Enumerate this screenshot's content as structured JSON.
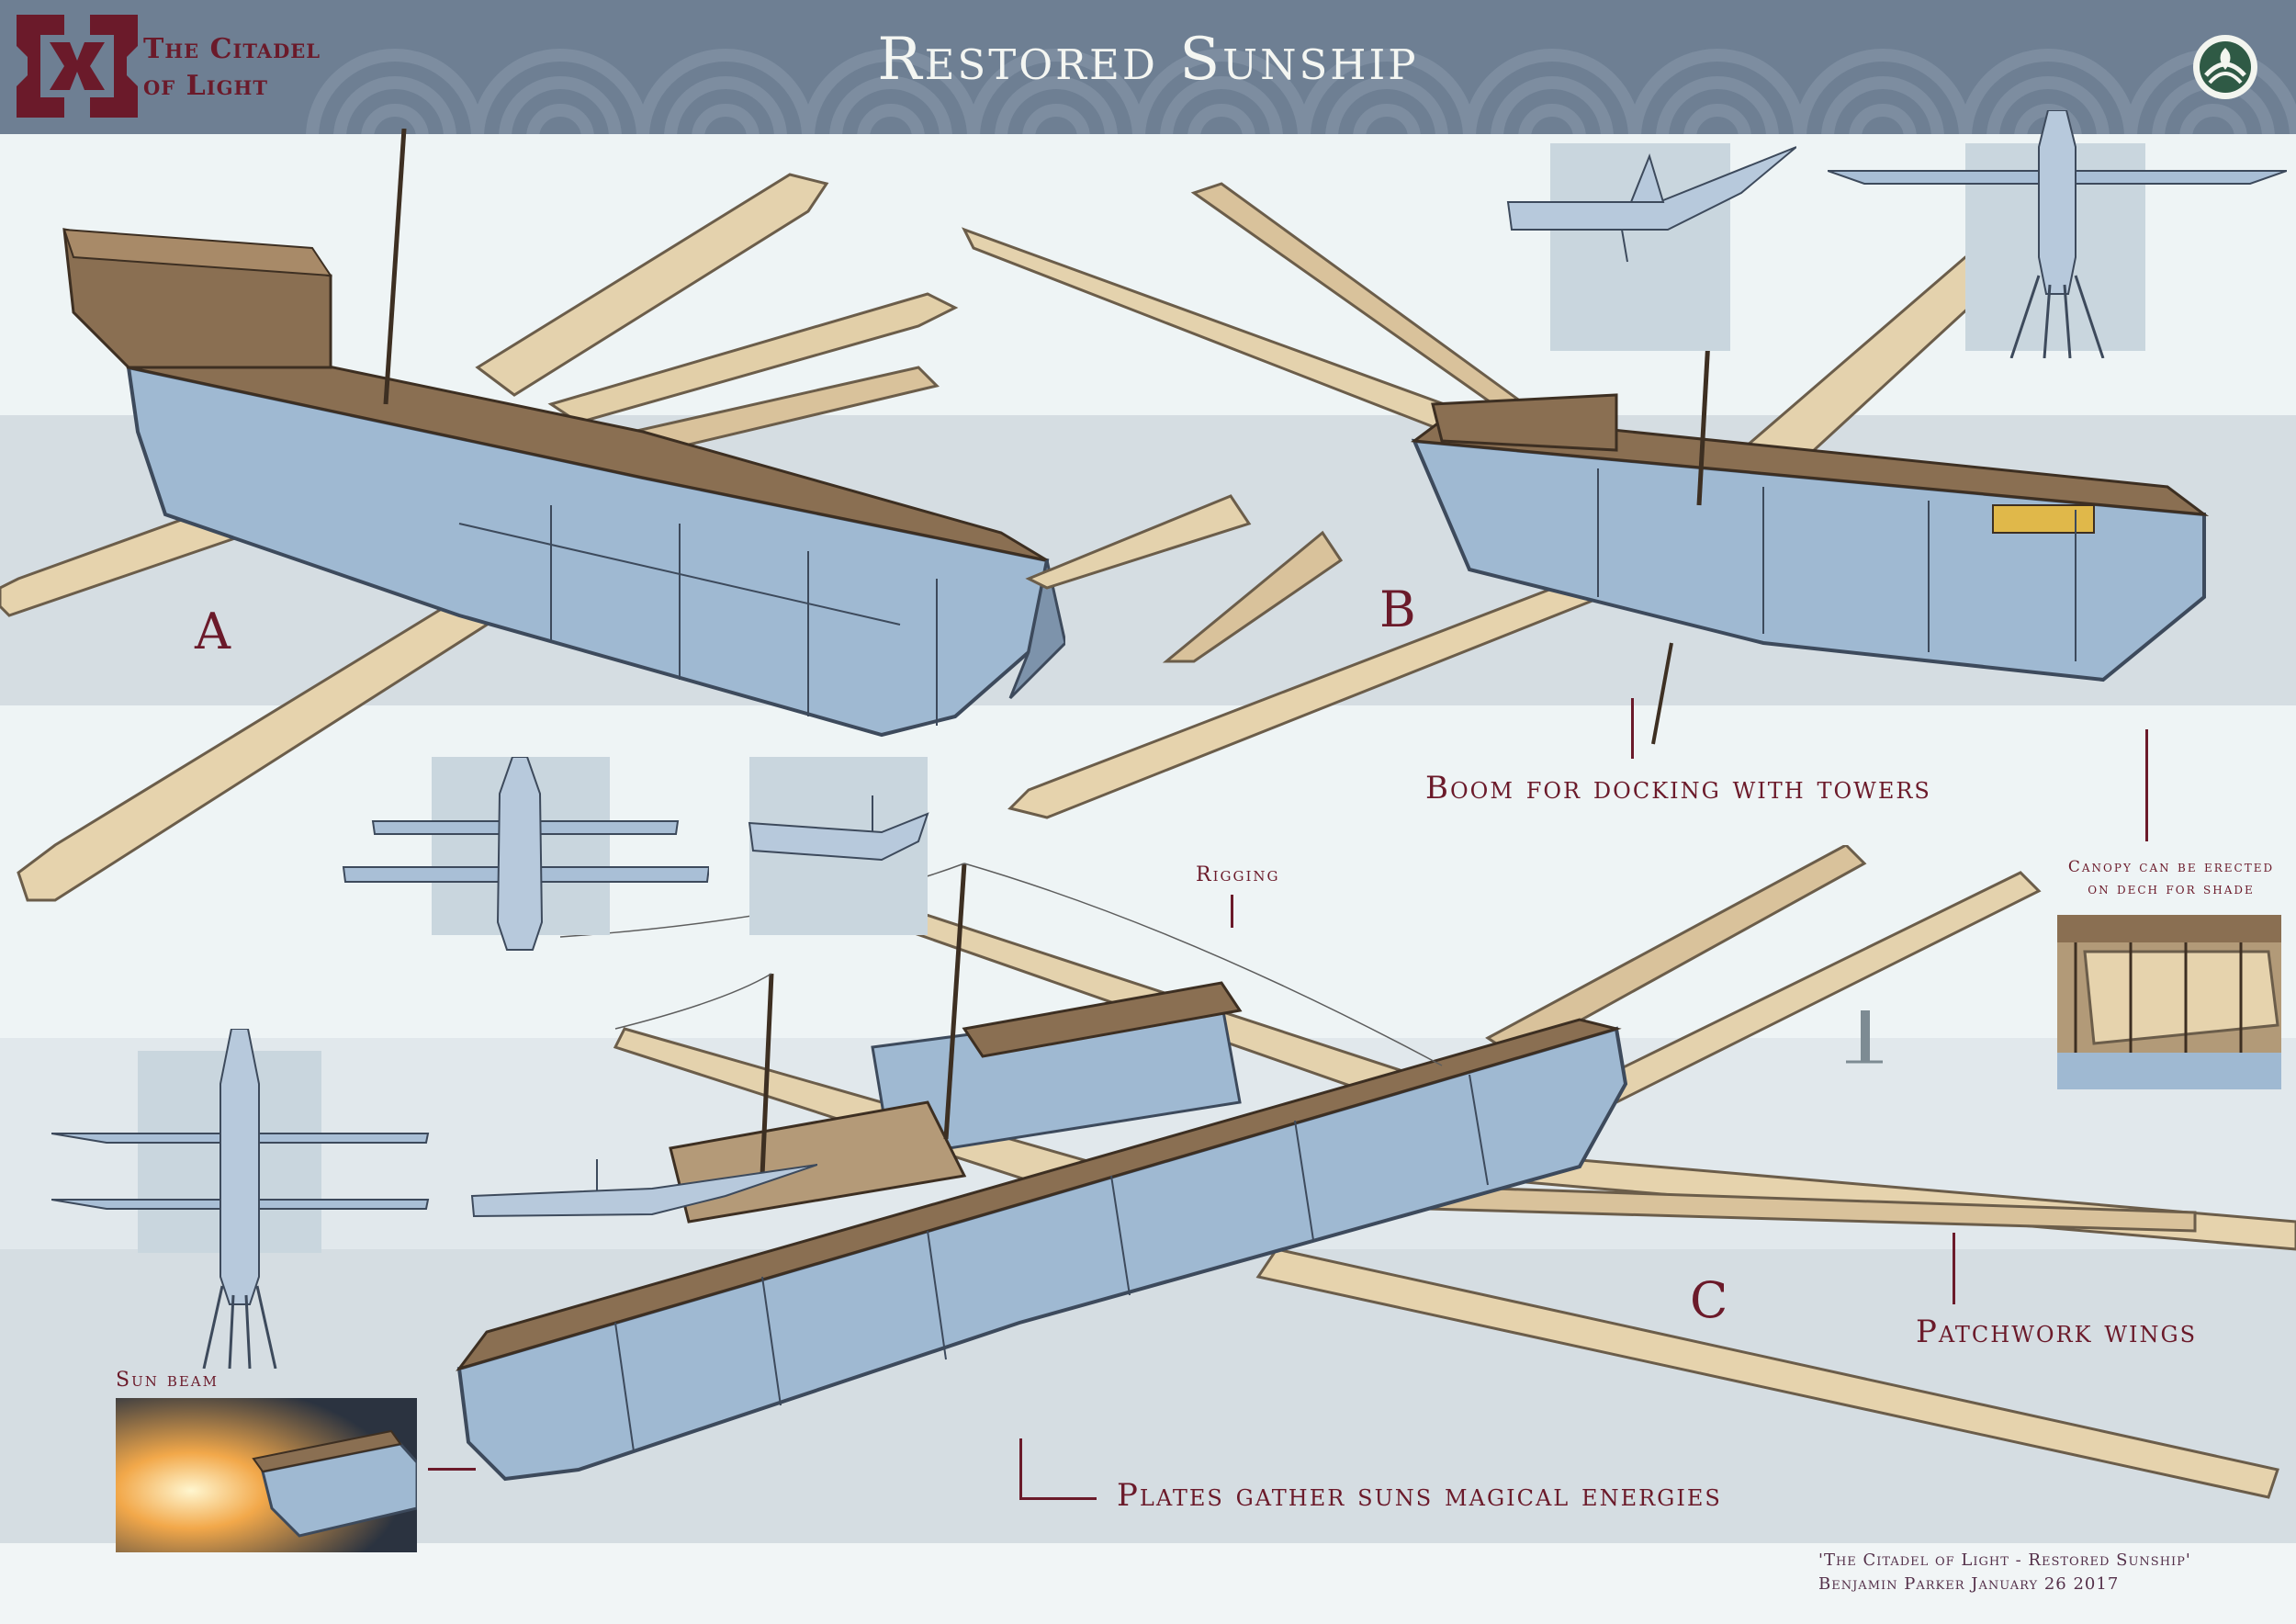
{
  "header": {
    "brand_line1": "The Citadel",
    "brand_line2": "of Light",
    "title": "Restored Sunship",
    "emblem_icon": "leaf-emblem-icon"
  },
  "views": {
    "a": "A",
    "b": "B",
    "c": "C"
  },
  "callouts": {
    "boom": "Boom for docking with towers",
    "rigging": "Rigging",
    "canopy_line1": "Canopy can be erected",
    "canopy_line2": "on dech for shade",
    "patchwork": "Patchwork wings",
    "plates": "Plates gather suns magical energies",
    "sun_beam": "Sun beam"
  },
  "credit": {
    "line1": "'The Citadel of Light - Restored Sunship'",
    "line2": "Benjamin Parker January 26 2017"
  },
  "colors": {
    "header": "#6e7f93",
    "accent": "#6b1a2a",
    "hull_blue": "#9fb9d2",
    "wood": "#8a6f52",
    "sail": "#e6d3ad"
  }
}
